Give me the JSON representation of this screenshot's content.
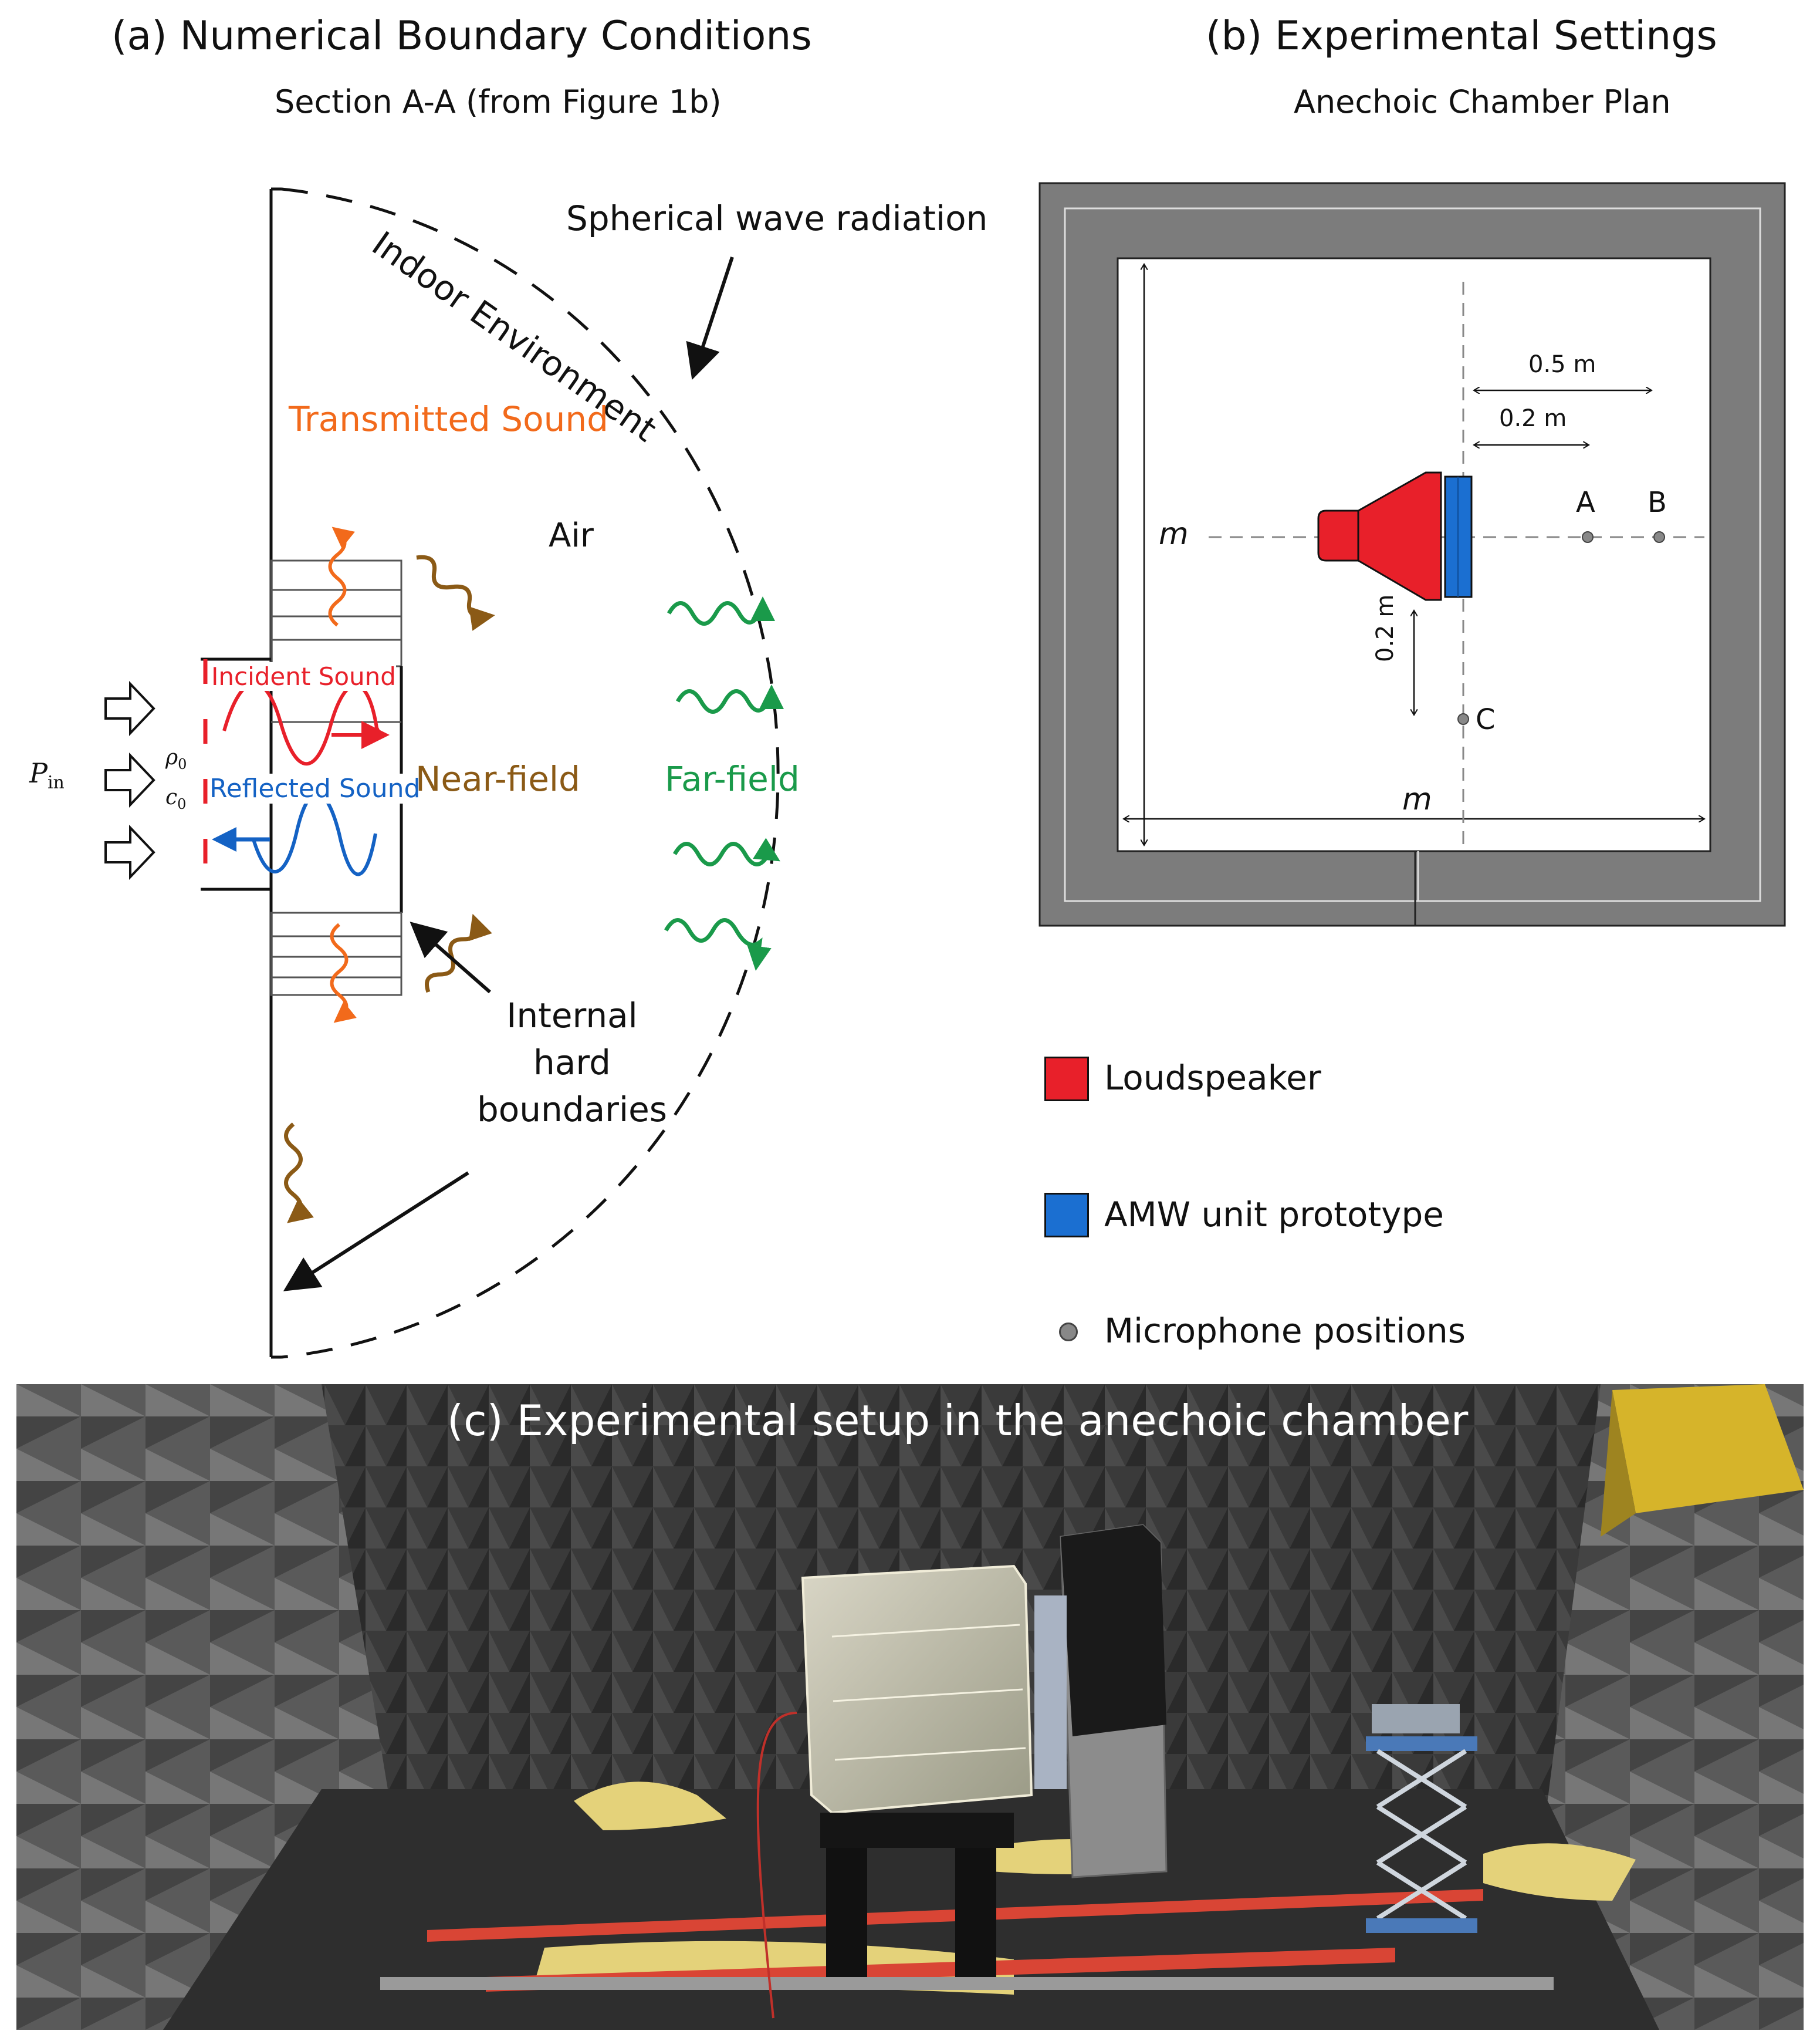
{
  "panel_a": {
    "title": "(a) Numerical Boundary Conditions",
    "subtitle": "Section A-A (from Figure 1b)",
    "labels": {
      "spherical_wave": "Spherical wave radiation",
      "indoor_environment": "Indoor Environment",
      "transmitted_sound": "Transmitted Sound",
      "air": "Air",
      "incident_sound": "Incident Sound",
      "reflected_sound": "Reflected Sound",
      "near_field": "Near-field",
      "far_field": "Far-field",
      "p_in": "P",
      "p_in_sub": "in",
      "rho0": "ρ",
      "rho0_sub": "0",
      "c0": "c",
      "c0_sub": "0",
      "internal_line1": "Internal",
      "internal_line2": "hard",
      "internal_line3": "boundaries"
    }
  },
  "panel_b": {
    "title": "(b) Experimental Settings",
    "subtitle": "Anechoic Chamber Plan",
    "dim_05": "0.5 m",
    "dim_02_h": "0.2 m",
    "dim_02_v": "0.2 m",
    "mic_a": "A",
    "mic_b": "B",
    "mic_c": "C",
    "dim_m_left": "m",
    "dim_m_bottom": "m",
    "legend": [
      {
        "label": "Loudspeaker",
        "color": "#e8202a"
      },
      {
        "label": "AMW unit prototype",
        "color": "#1b6fd1"
      },
      {
        "label": "Microphone positions",
        "color": "#777777"
      }
    ]
  },
  "panel_c": {
    "title": "(c) Experimental setup in the anechoic chamber"
  },
  "colors": {
    "orange": "#f26a1b",
    "brown": "#8b5a16",
    "green": "#1a9a4a",
    "red": "#e8202a",
    "blue": "#1462c4",
    "chamber_wall": "#7c7c7c"
  }
}
